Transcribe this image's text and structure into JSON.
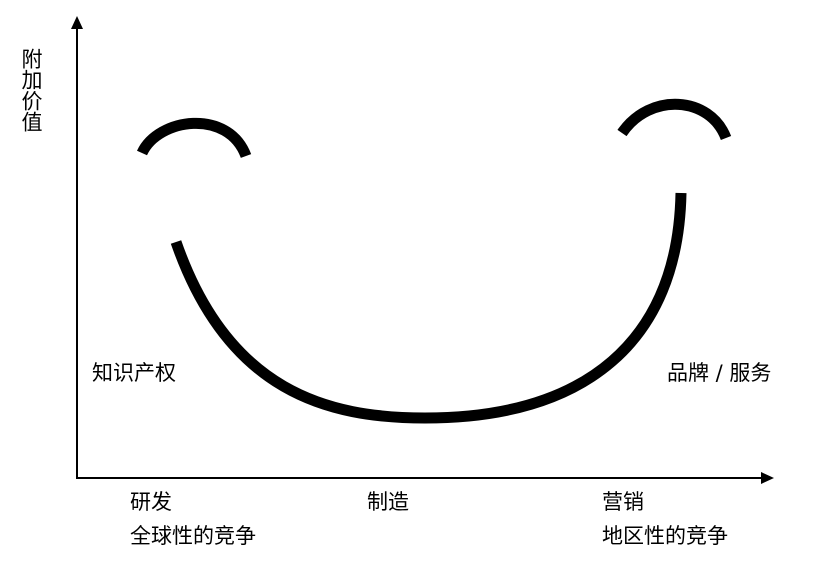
{
  "y_axis_label": "附加价值",
  "left_annotation": "知识产权",
  "right_annotation": "品牌 / 服务",
  "x_stages": [
    {
      "stage": "研发",
      "competition": "全球性的竞争"
    },
    {
      "stage": "制造",
      "competition": ""
    },
    {
      "stage": "营销",
      "competition": "地区性的竞争"
    }
  ],
  "line_color": "#000000"
}
